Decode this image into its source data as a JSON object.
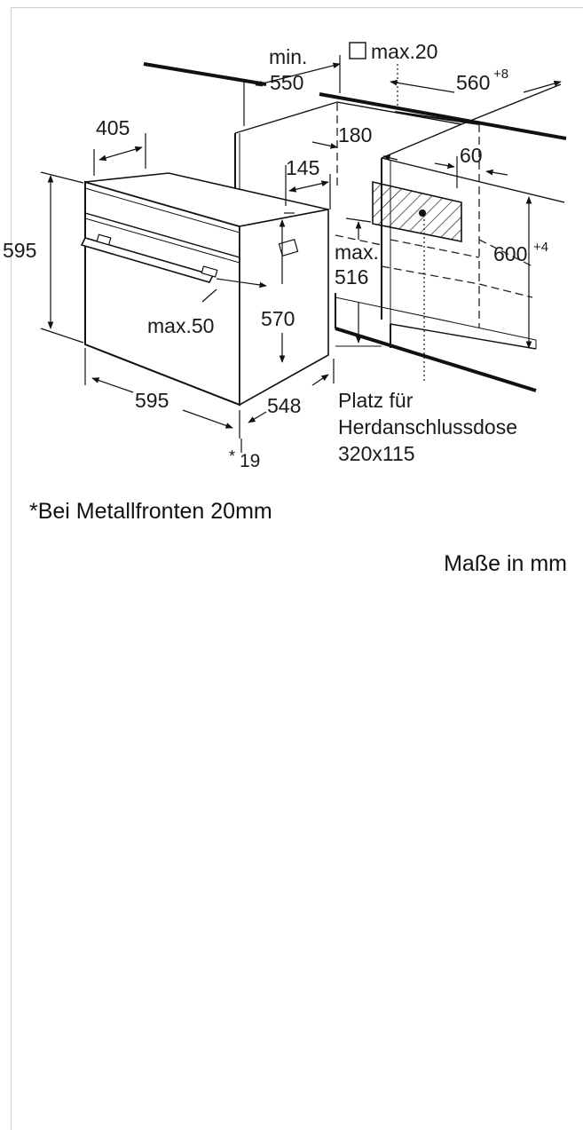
{
  "labels": {
    "min": "min.",
    "d550": "550",
    "max20": "max.20",
    "d560": "560",
    "d560_tol": "+8",
    "d405": "405",
    "d180": "180",
    "d145": "145",
    "d60": "60",
    "d595_h": "595",
    "d600": "600",
    "d600_tol": "+4",
    "max": "max.",
    "d516": "516",
    "max50": "max.50",
    "d570": "570",
    "d595_w": "595",
    "d548": "548",
    "star": "*",
    "d19": "19",
    "platz1": "Platz für",
    "platz2": "Herdanschlussdose",
    "platz3": "320x115"
  },
  "footnote": "*Bei Metallfronten 20mm",
  "units": "Maße in mm"
}
